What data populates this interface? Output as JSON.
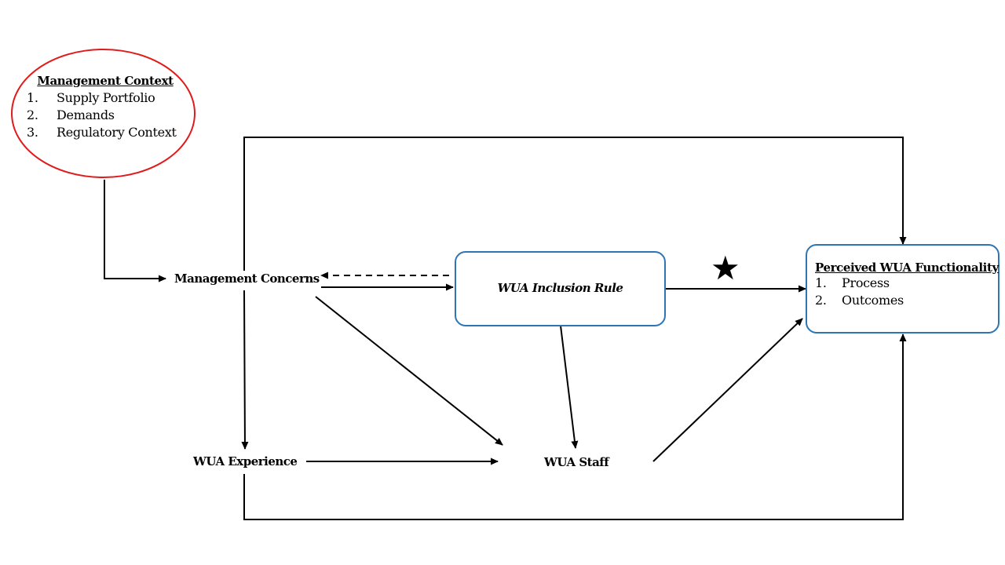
{
  "nodes": {
    "management_context": {
      "title": "Management Context",
      "items": [
        {
          "num": "1.",
          "text": "Supply Portfolio"
        },
        {
          "num": "2.",
          "text": "Demands"
        },
        {
          "num": "3.",
          "text": "Regulatory Context"
        }
      ]
    },
    "management_concerns": "Management Concerns",
    "inclusion_rule": "WUA Inclusion Rule",
    "perceived_functionality": {
      "title": "Perceived WUA Functionality",
      "items": [
        {
          "num": "1.",
          "text": "Process"
        },
        {
          "num": "2.",
          "text": "Outcomes"
        }
      ]
    },
    "wua_experience": "WUA Experience",
    "wua_staff": "WUA Staff"
  },
  "markers": {
    "star": "★"
  },
  "colors": {
    "context_border": "#e01b1b",
    "box_border": "#2e75b6",
    "line": "#000000"
  }
}
